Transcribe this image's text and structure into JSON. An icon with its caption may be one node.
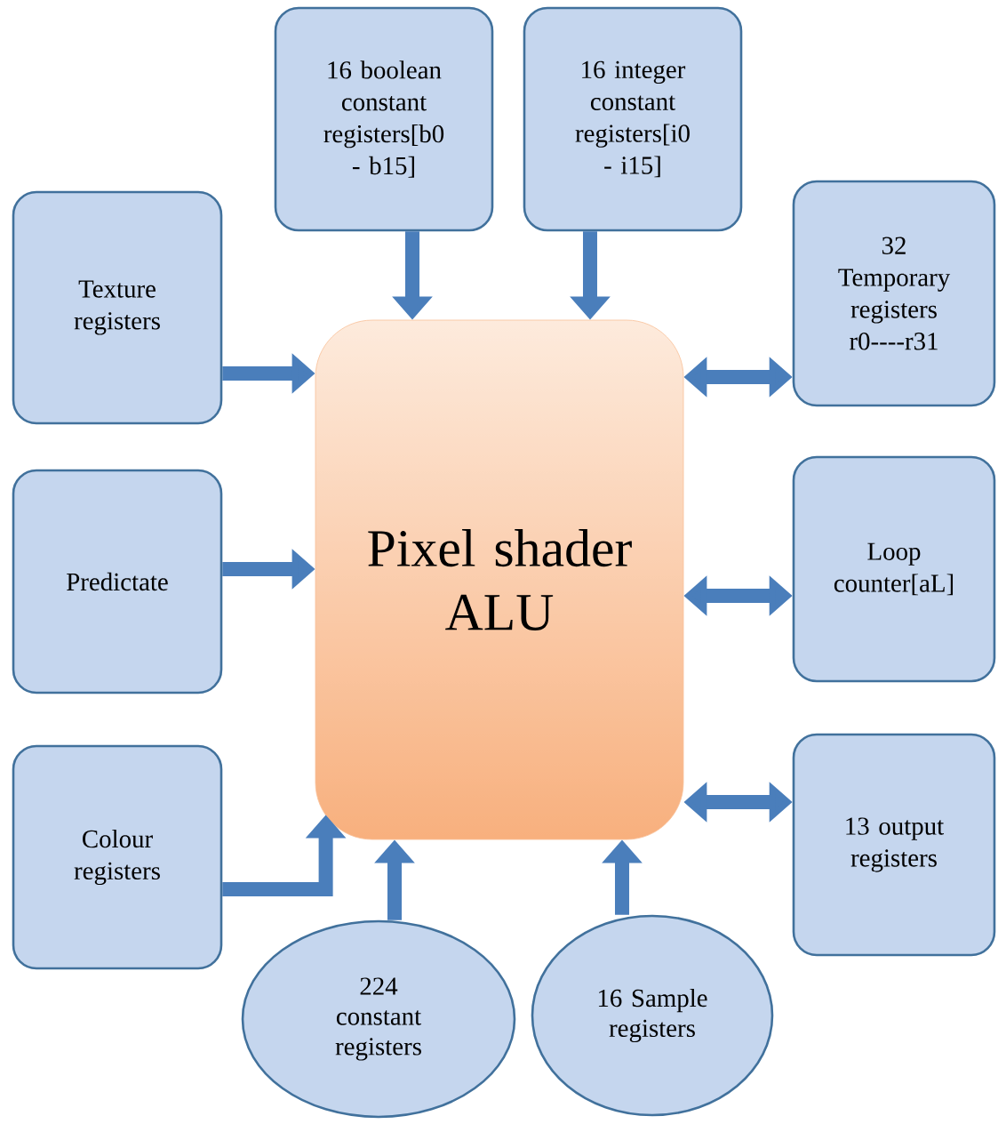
{
  "diagram": {
    "nodes": [
      {
        "text": [
          "Pixel shader ALU"
        ]
      },
      {
        "text": [
          "16 boolean constant registers[b0 - b15]"
        ]
      },
      {
        "text": [
          "16 integer constant registers[i0 - i15]"
        ]
      },
      {
        "text": [
          "Texture registers"
        ]
      },
      {
        "text": [
          "32 Temporary registers r0----r31"
        ]
      },
      {
        "text": [
          "Predictate"
        ]
      },
      {
        "text": [
          "Loop counter[aL]"
        ]
      },
      {
        "text": [
          "Colour registers"
        ]
      },
      {
        "text": [
          "13 output registers"
        ]
      },
      {
        "text": [
          "224 constant registers"
        ]
      },
      {
        "text": [
          "16 Sample registers"
        ]
      }
    ],
    "edges": [
      {
        "from": 1,
        "to": 0,
        "arrow": "to"
      },
      {
        "from": 2,
        "to": 0,
        "arrow": "to"
      },
      {
        "from": 3,
        "to": 0,
        "arrow": "to"
      },
      {
        "from": 0,
        "to": 4,
        "arrow": "both"
      },
      {
        "from": 5,
        "to": 0,
        "arrow": "to"
      },
      {
        "from": 0,
        "to": 6,
        "arrow": "both"
      },
      {
        "from": 7,
        "to": 0,
        "arrow": "to"
      },
      {
        "from": 0,
        "to": 8,
        "arrow": "both"
      },
      {
        "from": 9,
        "to": 0,
        "arrow": "to"
      },
      {
        "from": 10,
        "to": 0,
        "arrow": "to"
      }
    ]
  }
}
